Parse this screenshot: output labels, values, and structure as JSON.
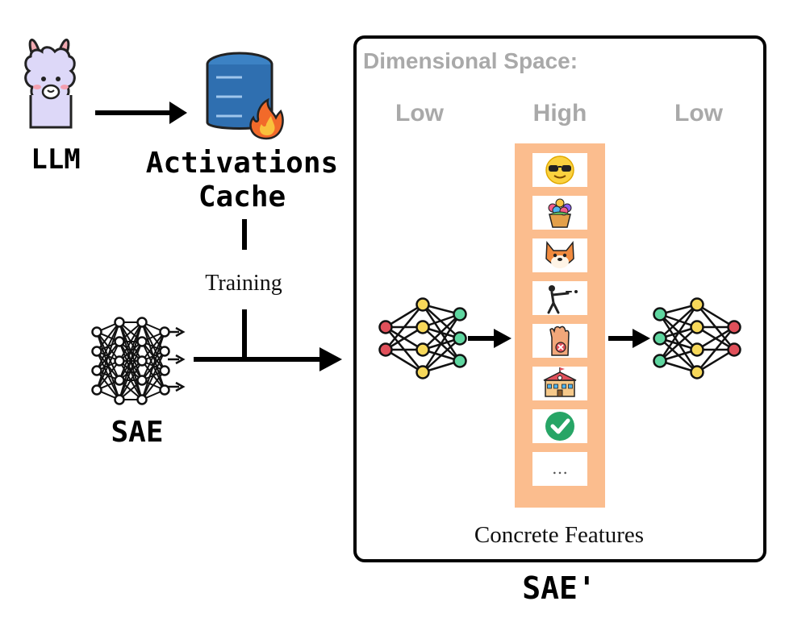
{
  "left": {
    "llm_label": "LLM",
    "activations_label_line1": "Activations",
    "activations_label_line2": "Cache",
    "training_label": "Training",
    "sae_label": "SAE"
  },
  "panel": {
    "title": "Dimensional Space:",
    "column_labels": [
      "Low",
      "High",
      "Low"
    ],
    "feature_icons": [
      "sunglasses-face-icon",
      "flower-pot-icon",
      "shiba-dog-icon",
      "person-firing-gun-icon",
      "stop-hand-icon",
      "school-building-icon",
      "check-mark-icon"
    ],
    "ellipsis": "…",
    "caption": "Concrete Features",
    "sae_prime_label": "SAE'"
  },
  "colors": {
    "feature_column_bg": "#fbbd8e",
    "panel_border": "#000000",
    "grey_text": "#a9a9a9",
    "node_red": "#e0505a",
    "node_yellow": "#f7d85a",
    "node_green": "#5fd6a0",
    "db_blue": "#2f6fb0",
    "flame": "#f26a2a"
  }
}
